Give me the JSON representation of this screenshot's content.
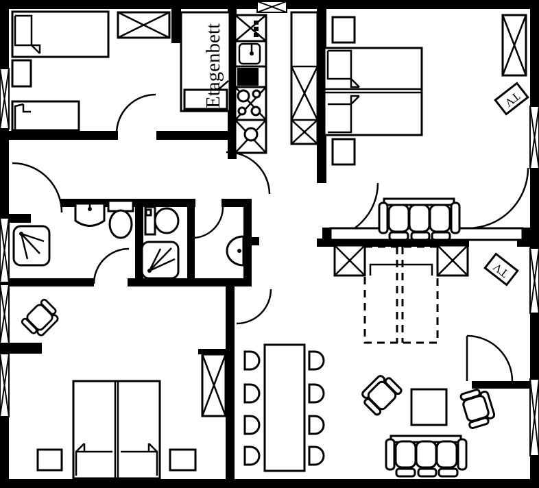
{
  "title": "apartment-floor-plan",
  "colors": {
    "line": "#000000",
    "background": "#ffffff"
  },
  "labels": {
    "bunk_bed": "Etagenbett",
    "tv_bedroom": "TV",
    "tv_living": "TV"
  },
  "rooms": {
    "kids_bedroom": {
      "furniture": [
        "single-bed",
        "single-bed",
        "nightstand",
        "wardrobe",
        "bunk-bed"
      ]
    },
    "kitchen": {
      "furniture": [
        "upper-cabinet",
        "sink",
        "stove",
        "cooktop-4-burners",
        "cabinet-with-basin",
        "tall-cabinet"
      ]
    },
    "master_bedroom": {
      "furniture": [
        "double-bed",
        "nightstand",
        "nightstand",
        "wardrobe",
        "tv",
        "sofa-3-seat",
        "sideboard"
      ]
    },
    "bathroom_left": {
      "furniture": [
        "washbasin",
        "toilet",
        "shower"
      ]
    },
    "bathroom_middle": {
      "furniture": [
        "toilet",
        "shower"
      ]
    },
    "wc": {
      "furniture": [
        "corner-washbasin"
      ]
    },
    "bedroom_bottom_left": {
      "furniture": [
        "desk-chair",
        "double-bed",
        "nightstand",
        "nightstand",
        "wardrobe"
      ]
    },
    "living_dining": {
      "dining_chairs": 8,
      "furniture": [
        "dining-table",
        "wall-bed-unit",
        "fold-out-bed-dashed",
        "tv",
        "armchair",
        "armchair",
        "coffee-table",
        "sofa-3-seat"
      ]
    }
  },
  "window_count": 8,
  "door_count": 9
}
